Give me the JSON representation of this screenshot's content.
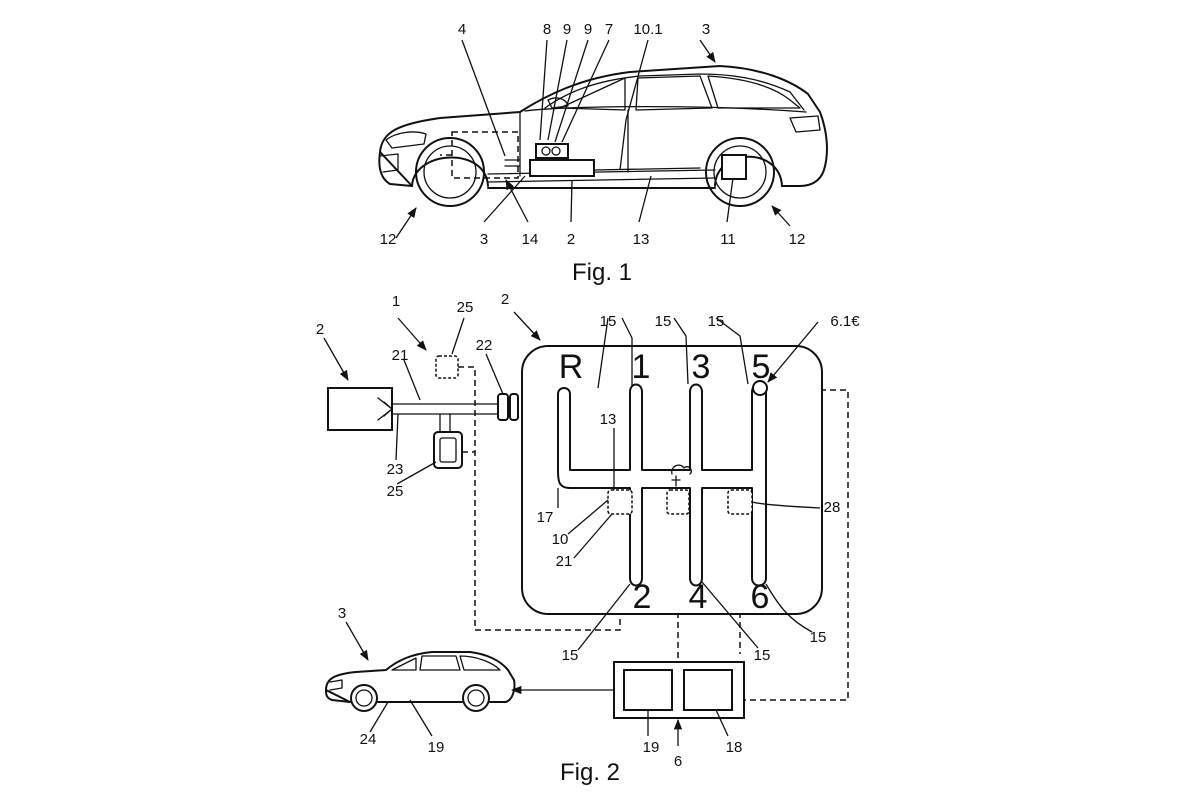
{
  "fig1": {
    "caption": "Fig. 1",
    "refs": {
      "r4": "4",
      "r8": "8",
      "r9a": "9",
      "r9b": "9",
      "r7": "7",
      "r10_1": "10.1",
      "r3top": "3",
      "r12left": "12",
      "r3bottom": "3",
      "r14": "14",
      "r2": "2",
      "r13": "13",
      "r11": "11",
      "r12right": "12"
    }
  },
  "fig2": {
    "caption": "Fig. 2",
    "gears": {
      "R": "R",
      "g1": "1",
      "g3": "3",
      "g5": "5",
      "g2": "2",
      "g4": "4",
      "g6": "6"
    },
    "refs": {
      "r1": "1",
      "r2a": "2",
      "r2b": "2",
      "r25a": "25",
      "r22": "22",
      "r21a": "21",
      "r23": "23",
      "r25b": "25",
      "r15a": "15",
      "r15b": "15",
      "r15c": "15",
      "r6_1": "6.1€",
      "r13": "13",
      "r17": "17",
      "r10": "10",
      "r21b": "21",
      "r28": "28",
      "r15d": "15",
      "r15e": "15",
      "r15f": "15",
      "r3": "3",
      "r24": "24",
      "r19a": "19",
      "r19b": "19",
      "r18": "18",
      "r6": "6"
    }
  }
}
